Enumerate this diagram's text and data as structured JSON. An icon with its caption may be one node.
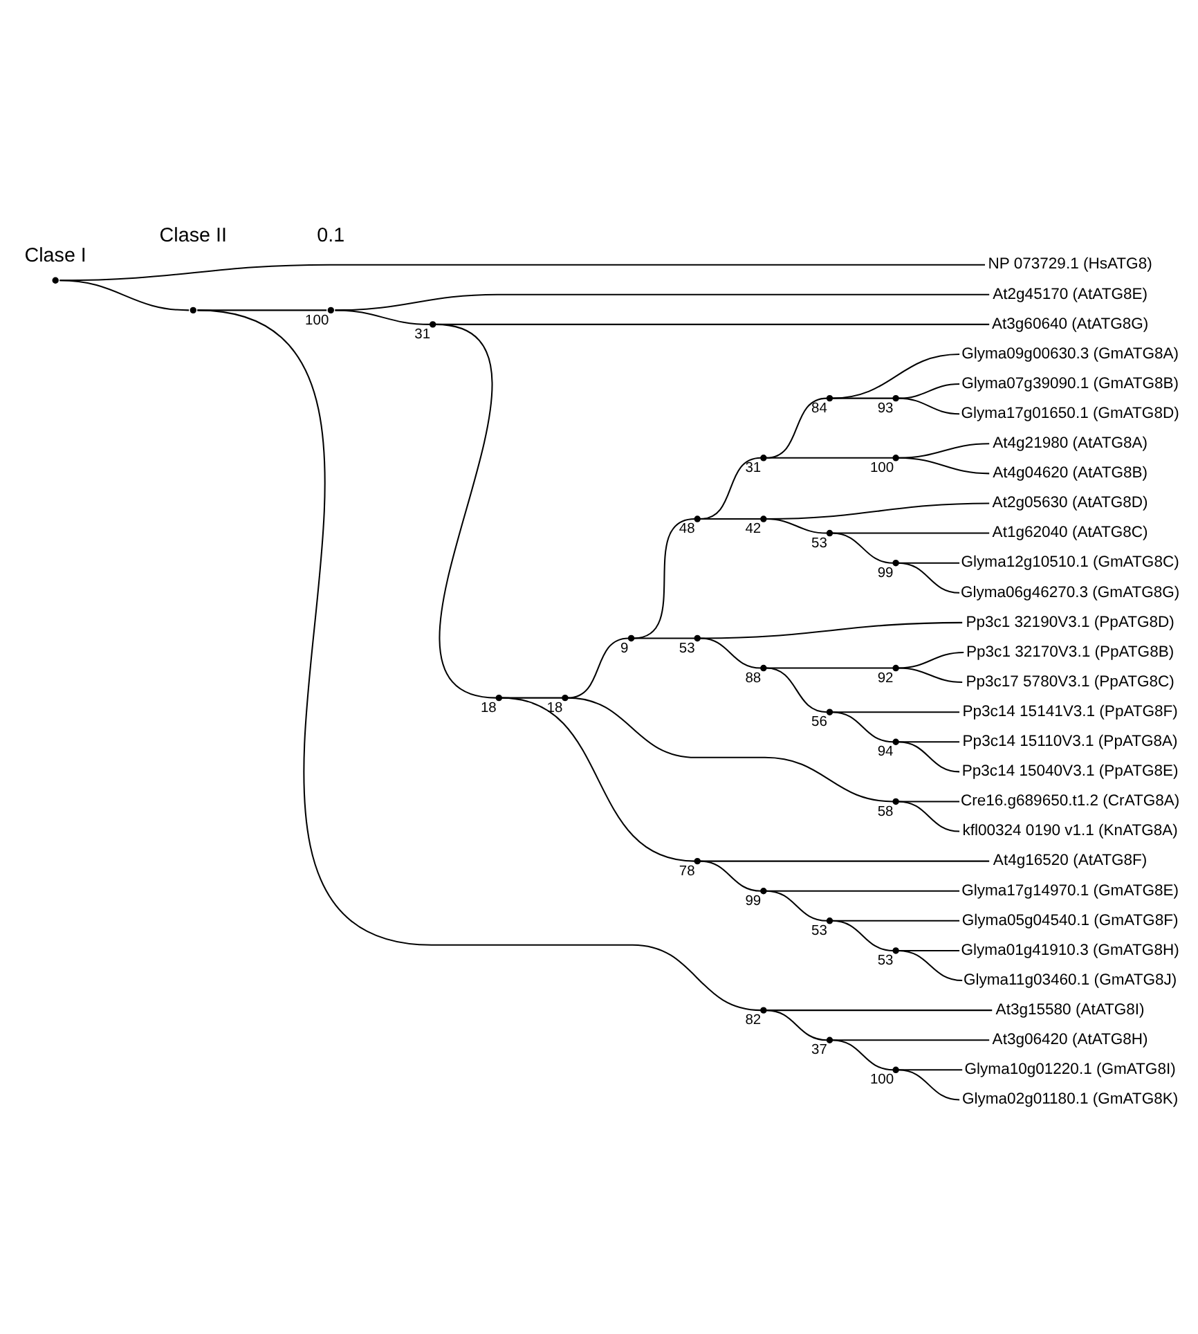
{
  "diagram": {
    "nodes": [
      {
        "text": [
          "Glyma07g39090.1 (GmATG8B)"
        ]
      },
      {
        "text": [
          "Glyma17g01650.1 (GmATG8D)"
        ]
      },
      {
        "text": [
          "Glyma09g00630.3 (GmATG8A)"
        ]
      },
      {
        "text": [
          "At4g21980 (AtATG8A)"
        ]
      },
      {
        "text": [
          "At4g04620 (AtATG8B)"
        ]
      },
      {
        "text": [
          "At2g05630 (AtATG8D)"
        ]
      },
      {
        "text": [
          "At1g62040 (AtATG8C)"
        ]
      },
      {
        "text": [
          "Glyma12g10510.1 (GmATG8C)"
        ]
      },
      {
        "text": [
          "Glyma06g46270.3 (GmATG8G)"
        ]
      },
      {
        "text": [
          "Pp3c1 32190V3.1 (PpATG8D)"
        ]
      },
      {
        "text": [
          "Pp3c1 32170V3.1 (PpATG8B)"
        ]
      },
      {
        "text": [
          "Pp3c17 5780V3.1 (PpATG8C)"
        ]
      },
      {
        "text": [
          "Pp3c14 15141V3.1 (PpATG8F)"
        ]
      },
      {
        "text": [
          "Pp3c14 15110V3.1 (PpATG8A)"
        ]
      },
      {
        "text": [
          "Pp3c14 15040V3.1 (PpATG8E)"
        ]
      },
      {
        "text": [
          "Cre16.g689650.t1.2 (CrATG8A)"
        ]
      },
      {
        "text": [
          "kfl00324 0190 v1.1 (KnATG8A)"
        ]
      },
      {
        "text": [
          "At4g16520 (AtATG8F)"
        ]
      },
      {
        "text": [
          "Glyma17g14970.1 (GmATG8E)"
        ]
      },
      {
        "text": [
          "Glyma05g04540.1 (GmATG8F)"
        ]
      },
      {
        "text": [
          "Glyma01g41910.3 (GmATG8H)"
        ]
      },
      {
        "text": [
          "Glyma11g03460.1 (GmATG8J)"
        ]
      },
      {
        "text": [
          "At3g60640 (AtATG8G)"
        ]
      },
      {
        "text": [
          "At2g45170 (AtATG8E)"
        ]
      },
      {
        "text": [
          "At3g15580 (AtATG8I)"
        ]
      },
      {
        "text": [
          "At3g06420 (AtATG8H)"
        ]
      },
      {
        "text": [
          "Glyma10g01220.1 (GmATG8I)"
        ]
      },
      {
        "text": [
          "Glyma02g01180.1 (GmATG8K)"
        ]
      },
      {
        "text": [
          "NP 073729.1 (HsATG8)"
        ]
      },
      {
        "text": [],
        "shape": "point"
      },
      {
        "text": [],
        "shape": "point"
      },
      {
        "text": [],
        "shape": "point",
        "beside": [
          "100"
        ]
      },
      {
        "text": [],
        "shape": "point",
        "beside": [
          "31"
        ]
      },
      {
        "text": [],
        "shape": "point",
        "beside": [
          "18"
        ]
      },
      {
        "text": [],
        "shape": "point",
        "beside": [
          "18"
        ]
      },
      {
        "text": [],
        "shape": "point",
        "beside": [
          "9"
        ]
      },
      {
        "text": [],
        "shape": "point",
        "beside": [
          "48"
        ]
      },
      {
        "text": [],
        "shape": "point",
        "beside": [
          "31"
        ]
      },
      {
        "text": [],
        "shape": "point",
        "beside": [
          "84"
        ]
      },
      {
        "text": [],
        "shape": "point",
        "beside": [
          "93"
        ]
      },
      {
        "text": [],
        "shape": "point",
        "beside": [
          "100"
        ]
      },
      {
        "text": [],
        "shape": "point",
        "beside": [
          "42"
        ]
      },
      {
        "text": [],
        "shape": "point",
        "beside": [
          "53"
        ]
      },
      {
        "text": [],
        "shape": "point",
        "beside": [
          "99"
        ]
      },
      {
        "text": [],
        "shape": "point",
        "beside": [
          "53"
        ]
      },
      {
        "text": [],
        "shape": "point",
        "beside": [
          "88"
        ]
      },
      {
        "text": [],
        "shape": "point",
        "beside": [
          "92"
        ]
      },
      {
        "text": [],
        "shape": "point",
        "beside": [
          "56"
        ]
      },
      {
        "text": [],
        "shape": "point",
        "beside": [
          "94"
        ]
      },
      {
        "text": [],
        "shape": "point",
        "beside": [
          "58"
        ]
      },
      {
        "text": [],
        "shape": "point",
        "beside": [
          "78"
        ]
      },
      {
        "text": [],
        "shape": "point",
        "beside": [
          "99"
        ]
      },
      {
        "text": [],
        "shape": "point",
        "beside": [
          "53"
        ]
      },
      {
        "text": [],
        "shape": "point",
        "beside": [
          "53"
        ]
      },
      {
        "text": [],
        "shape": "point",
        "beside": [
          "82"
        ]
      },
      {
        "text": [],
        "shape": "point",
        "beside": [
          "37"
        ]
      },
      {
        "text": [],
        "shape": "point",
        "beside": [
          "100"
        ]
      }
    ],
    "edges": [
      {
        "from": 29,
        "to": 30,
        "arrow": "none"
      },
      {
        "from": 29,
        "to": 28,
        "arrow": "none"
      },
      {
        "from": 30,
        "to": 31,
        "arrow": "none"
      },
      {
        "from": 30,
        "to": 54,
        "arrow": "none"
      },
      {
        "from": 31,
        "to": 32,
        "arrow": "none"
      },
      {
        "from": 31,
        "to": 23,
        "arrow": "none"
      },
      {
        "from": 32,
        "to": 33,
        "arrow": "none"
      },
      {
        "from": 32,
        "to": 22,
        "arrow": "none"
      },
      {
        "from": 33,
        "to": 34,
        "arrow": "none"
      },
      {
        "from": 33,
        "to": 50,
        "arrow": "none"
      },
      {
        "from": 34,
        "to": 35,
        "arrow": "none"
      },
      {
        "from": 34,
        "to": 49,
        "arrow": "none"
      },
      {
        "from": 35,
        "to": 36,
        "arrow": "none"
      },
      {
        "from": 35,
        "to": 44,
        "arrow": "none"
      },
      {
        "from": 36,
        "to": 37,
        "arrow": "none"
      },
      {
        "from": 36,
        "to": 41,
        "arrow": "none"
      },
      {
        "from": 37,
        "to": 38,
        "arrow": "none"
      },
      {
        "from": 37,
        "to": 40,
        "arrow": "none"
      },
      {
        "from": 38,
        "to": 39,
        "arrow": "none"
      },
      {
        "from": 38,
        "to": 2,
        "arrow": "none"
      },
      {
        "from": 39,
        "to": 0,
        "arrow": "none"
      },
      {
        "from": 39,
        "to": 1,
        "arrow": "none"
      },
      {
        "from": 40,
        "to": 3,
        "arrow": "none"
      },
      {
        "from": 40,
        "to": 4,
        "arrow": "none"
      },
      {
        "from": 41,
        "to": 5,
        "arrow": "none"
      },
      {
        "from": 41,
        "to": 42,
        "arrow": "none"
      },
      {
        "from": 42,
        "to": 6,
        "arrow": "none"
      },
      {
        "from": 42,
        "to": 43,
        "arrow": "none"
      },
      {
        "from": 43,
        "to": 7,
        "arrow": "none"
      },
      {
        "from": 43,
        "to": 8,
        "arrow": "none"
      },
      {
        "from": 44,
        "to": 9,
        "arrow": "none"
      },
      {
        "from": 44,
        "to": 45,
        "arrow": "none"
      },
      {
        "from": 45,
        "to": 46,
        "arrow": "none"
      },
      {
        "from": 45,
        "to": 47,
        "arrow": "none"
      },
      {
        "from": 46,
        "to": 10,
        "arrow": "none"
      },
      {
        "from": 46,
        "to": 11,
        "arrow": "none"
      },
      {
        "from": 47,
        "to": 12,
        "arrow": "none"
      },
      {
        "from": 47,
        "to": 48,
        "arrow": "none"
      },
      {
        "from": 48,
        "to": 13,
        "arrow": "none"
      },
      {
        "from": 48,
        "to": 14,
        "arrow": "none"
      },
      {
        "from": 49,
        "to": 15,
        "arrow": "none"
      },
      {
        "from": 49,
        "to": 16,
        "arrow": "none"
      },
      {
        "from": 50,
        "to": 17,
        "arrow": "none"
      },
      {
        "from": 50,
        "to": 51,
        "arrow": "none"
      },
      {
        "from": 51,
        "to": 18,
        "arrow": "none"
      },
      {
        "from": 51,
        "to": 52,
        "arrow": "none"
      },
      {
        "from": 52,
        "to": 19,
        "arrow": "none"
      },
      {
        "from": 52,
        "to": 53,
        "arrow": "none"
      },
      {
        "from": 53,
        "to": 20,
        "arrow": "none"
      },
      {
        "from": 53,
        "to": 21,
        "arrow": "none"
      },
      {
        "from": 54,
        "to": 24,
        "arrow": "none"
      },
      {
        "from": 54,
        "to": 55,
        "arrow": "none"
      },
      {
        "from": 55,
        "to": 25,
        "arrow": "none"
      },
      {
        "from": 55,
        "to": 56,
        "arrow": "none"
      },
      {
        "from": 56,
        "to": 26,
        "arrow": "none"
      },
      {
        "from": 56,
        "to": 27,
        "arrow": "none"
      }
    ],
    "labels": [
      "Clase I",
      "Clase II",
      "0.1"
    ]
  }
}
